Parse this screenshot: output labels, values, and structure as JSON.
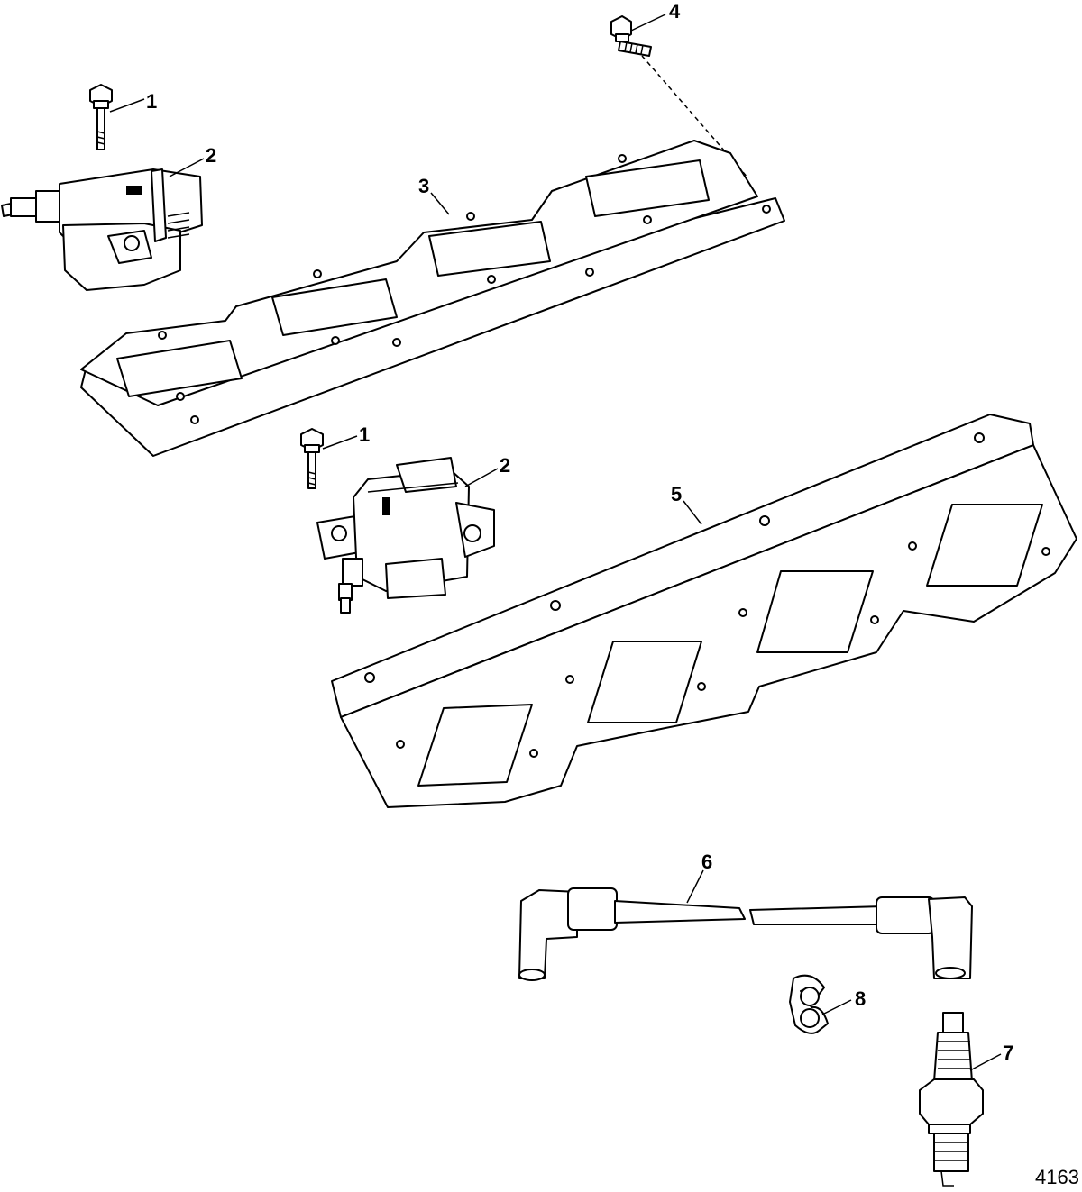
{
  "figure_number": "4163",
  "callouts": {
    "c1a": "1",
    "c2a": "2",
    "c3": "3",
    "c4": "4",
    "c1b": "1",
    "c2b": "2",
    "c5": "5",
    "c6": "6",
    "c7": "7",
    "c8": "8"
  },
  "colors": {
    "line": "#000000",
    "background": "#ffffff"
  }
}
